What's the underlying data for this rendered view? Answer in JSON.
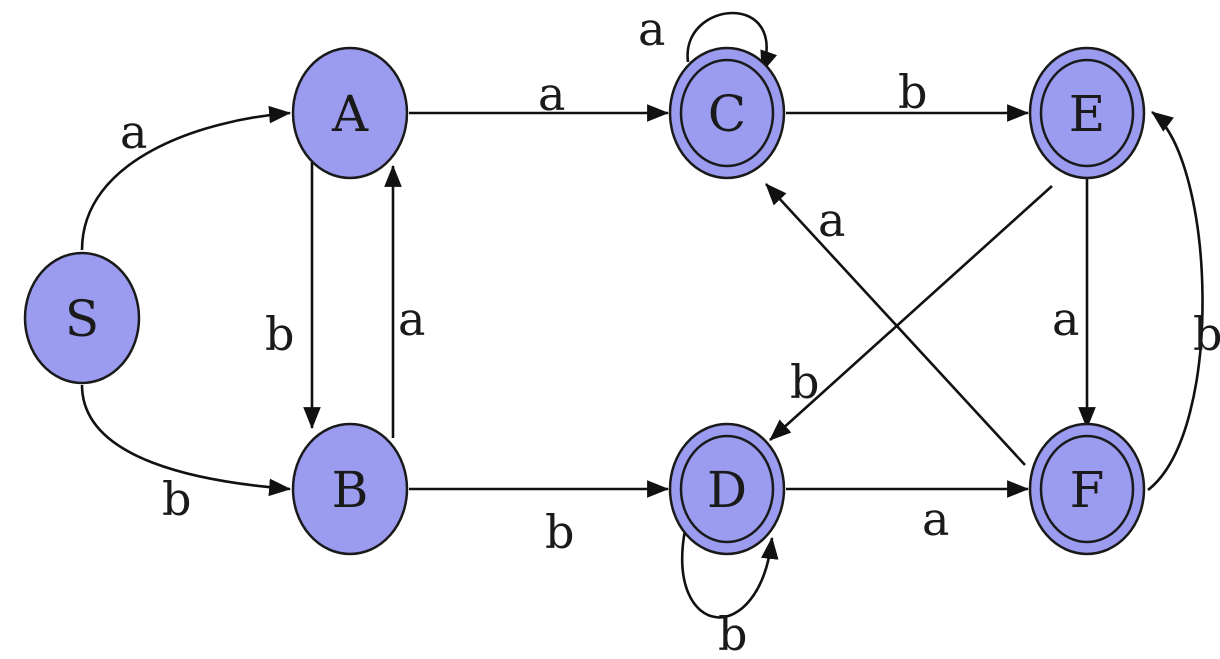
{
  "states": [
    {
      "id": "S",
      "label": "S",
      "accepting": false
    },
    {
      "id": "A",
      "label": "A",
      "accepting": false
    },
    {
      "id": "B",
      "label": "B",
      "accepting": false
    },
    {
      "id": "C",
      "label": "C",
      "accepting": true
    },
    {
      "id": "D",
      "label": "D",
      "accepting": true
    },
    {
      "id": "E",
      "label": "E",
      "accepting": true
    },
    {
      "id": "F",
      "label": "F",
      "accepting": true
    }
  ],
  "transitions": [
    {
      "from": "S",
      "to": "A",
      "symbol": "a"
    },
    {
      "from": "S",
      "to": "B",
      "symbol": "b"
    },
    {
      "from": "A",
      "to": "C",
      "symbol": "a"
    },
    {
      "from": "A",
      "to": "B",
      "symbol": "b"
    },
    {
      "from": "B",
      "to": "A",
      "symbol": "a"
    },
    {
      "from": "B",
      "to": "D",
      "symbol": "b"
    },
    {
      "from": "C",
      "to": "C",
      "symbol": "a"
    },
    {
      "from": "C",
      "to": "E",
      "symbol": "b"
    },
    {
      "from": "D",
      "to": "D",
      "symbol": "b"
    },
    {
      "from": "D",
      "to": "F",
      "symbol": "a"
    },
    {
      "from": "E",
      "to": "F",
      "symbol": "a"
    },
    {
      "from": "E",
      "to": "D",
      "symbol": "b"
    },
    {
      "from": "F",
      "to": "C",
      "symbol": "a"
    },
    {
      "from": "F",
      "to": "E",
      "symbol": "b"
    }
  ],
  "colors": {
    "state_fill": "#9b9bf0",
    "stroke": "#1a1a1a",
    "background": "#ffffff"
  }
}
